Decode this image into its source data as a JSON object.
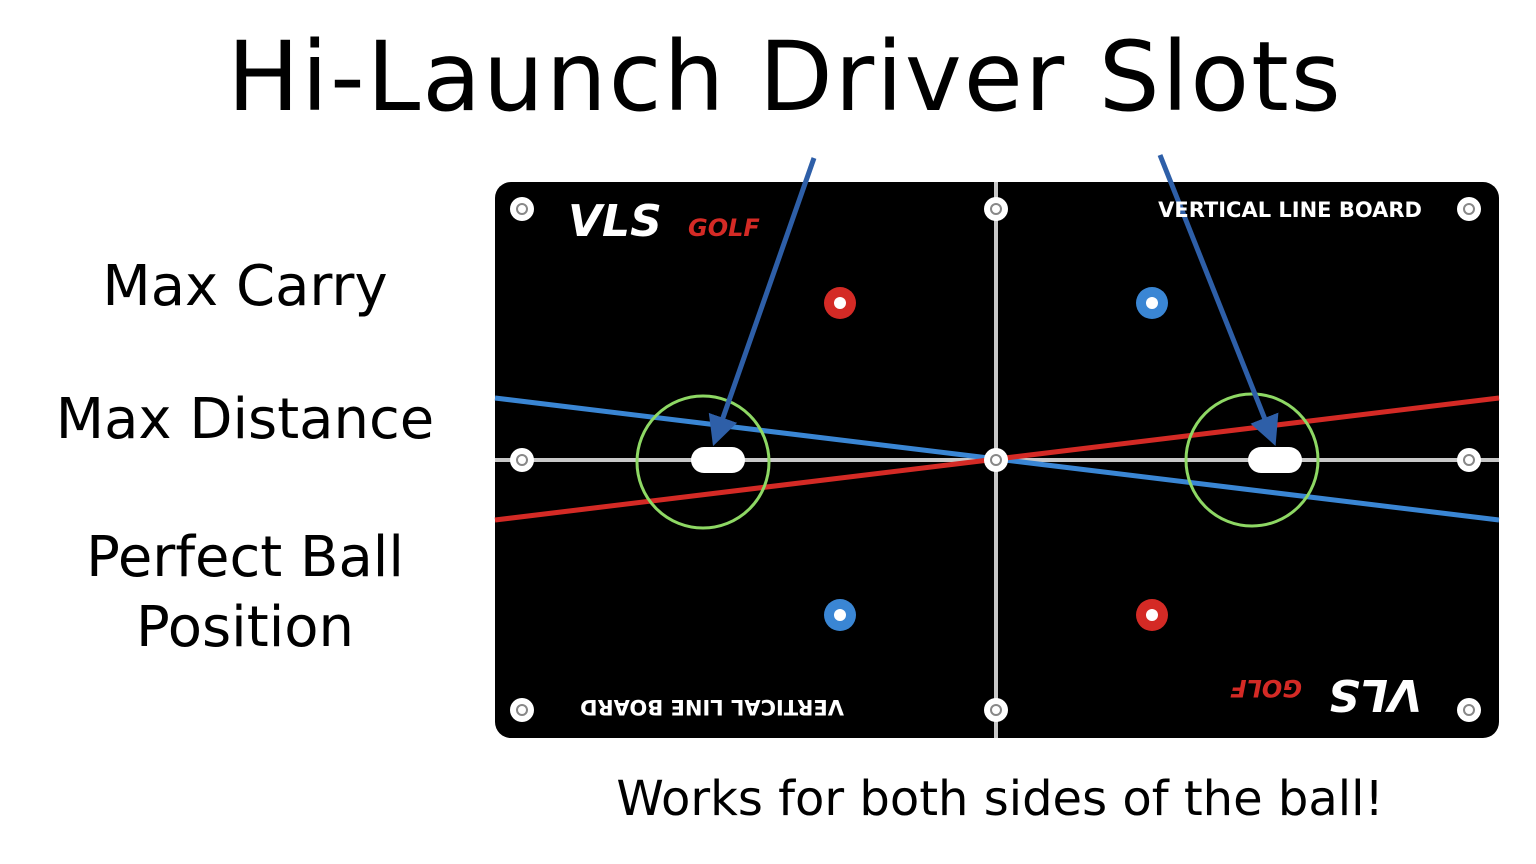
{
  "title": "Hi-Launch Driver Slots",
  "benefits": [
    "Max Carry",
    "Max Distance",
    "Perfect Ball",
    "Position"
  ],
  "footer": "Works for both sides of the ball!",
  "board": {
    "brand_main": "VLS",
    "brand_sub": "GOLF",
    "label": "VERTICAL LINE BOARD"
  },
  "colors": {
    "board": "#000000",
    "grid_line": "#c8c8c8",
    "red_line": "#d42a25",
    "blue_line": "#3a86d4",
    "circle": "#8ed864",
    "arrow": "#2e5fa8",
    "dot_red": "#d42a25",
    "dot_blue": "#3a86d4"
  }
}
